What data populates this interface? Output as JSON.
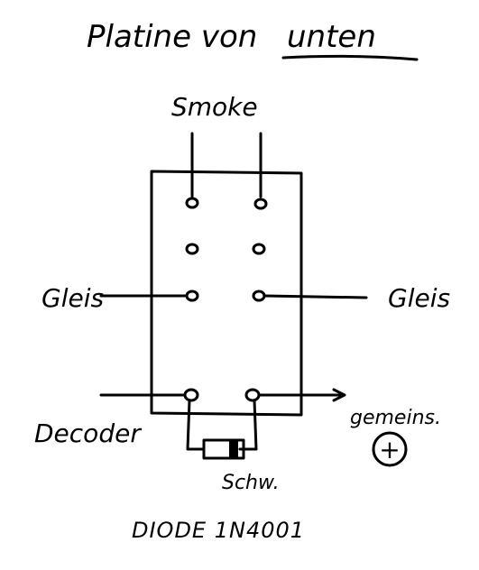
{
  "title": {
    "prefix": "Platine von",
    "emphasis": "unten"
  },
  "labels": {
    "smoke": "Smoke",
    "gleis_left": "Gleis",
    "gleis_right": "Gleis",
    "decoder": "Decoder",
    "gemeins": "gemeins.",
    "plus": "+",
    "schw": "Schw.",
    "diode": "DIODE 1N4001"
  },
  "colors": {
    "ink": "#000000",
    "paper": "#ffffff"
  }
}
